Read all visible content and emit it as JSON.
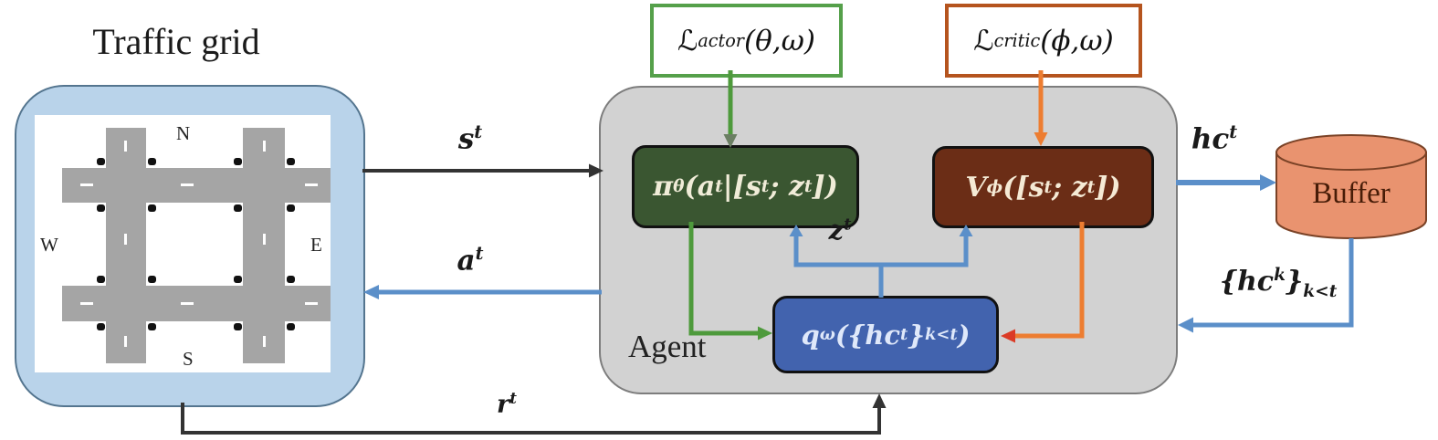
{
  "diagram": {
    "traffic_grid": {
      "title": "Traffic grid",
      "compass": {
        "north": "N",
        "west": "W",
        "east": "E",
        "south": "S"
      }
    },
    "agent": {
      "label": "Agent",
      "policy_formula": [
        [
          "π",
          ""
        ],
        [
          "θ",
          "sub"
        ],
        [
          "(a",
          ""
        ],
        [
          "t",
          "sup"
        ],
        [
          "|[s",
          ""
        ],
        [
          "t",
          "sup"
        ],
        [
          "; z",
          ""
        ],
        [
          "t",
          "sup"
        ],
        [
          "])",
          ""
        ]
      ],
      "value_formula": [
        [
          "V",
          ""
        ],
        [
          "ϕ",
          "sub"
        ],
        [
          "([s",
          ""
        ],
        [
          "t",
          "sup"
        ],
        [
          "; z",
          ""
        ],
        [
          "t",
          "sup"
        ],
        [
          "])",
          ""
        ]
      ],
      "encoder_formula": [
        [
          "q",
          ""
        ],
        [
          "ω",
          "sub"
        ],
        [
          "({hc",
          ""
        ],
        [
          "t",
          "sup"
        ],
        [
          "}",
          ""
        ],
        [
          "k<t",
          "sub"
        ],
        [
          ")",
          ""
        ]
      ]
    },
    "losses": {
      "actor": [
        [
          "ℒ",
          ""
        ],
        [
          "actor",
          "sub"
        ],
        [
          "(θ,ω)",
          ""
        ]
      ],
      "critic": [
        [
          "ℒ",
          ""
        ],
        [
          "critic",
          "sub"
        ],
        [
          "(ϕ,ω)",
          ""
        ]
      ]
    },
    "buffer": {
      "label": "Buffer"
    },
    "arrow_labels": {
      "state": [
        [
          "s",
          ""
        ],
        [
          "t",
          "sup"
        ]
      ],
      "action": [
        [
          "a",
          ""
        ],
        [
          "t",
          "sup"
        ]
      ],
      "reward": [
        [
          "r",
          ""
        ],
        [
          "t",
          "sup"
        ]
      ],
      "latent": [
        [
          "z",
          ""
        ],
        [
          "t",
          "sup"
        ]
      ],
      "hidden_context": [
        [
          "hc",
          ""
        ],
        [
          "t",
          "sup"
        ]
      ],
      "hidden_context_history": [
        [
          "{hc",
          ""
        ],
        [
          "k",
          "sup"
        ],
        [
          "}",
          ""
        ],
        [
          "k<t",
          "sub"
        ]
      ]
    }
  },
  "colors": {
    "traffic_grid_fill": "#b9d3ea",
    "traffic_grid_border": "#54758f",
    "road": "#a5a5a5",
    "agent_fill": "#d2d2d2",
    "agent_border": "#7d7d7d",
    "actor_loss_border": "#55a04a",
    "critic_loss_border": "#b5541e",
    "pi_box_fill": "#3a5631",
    "v_box_fill": "#6b2d16",
    "q_box_fill": "#4263ae",
    "buffer_fill": "#e9936f",
    "buffer_border": "#7a4226",
    "arrow_blue": "#5b8fc9",
    "arrow_green": "#4e9a3c",
    "arrow_orange": "#ed7d31",
    "arrow_red": "#db3b26",
    "arrow_black": "#333333"
  }
}
